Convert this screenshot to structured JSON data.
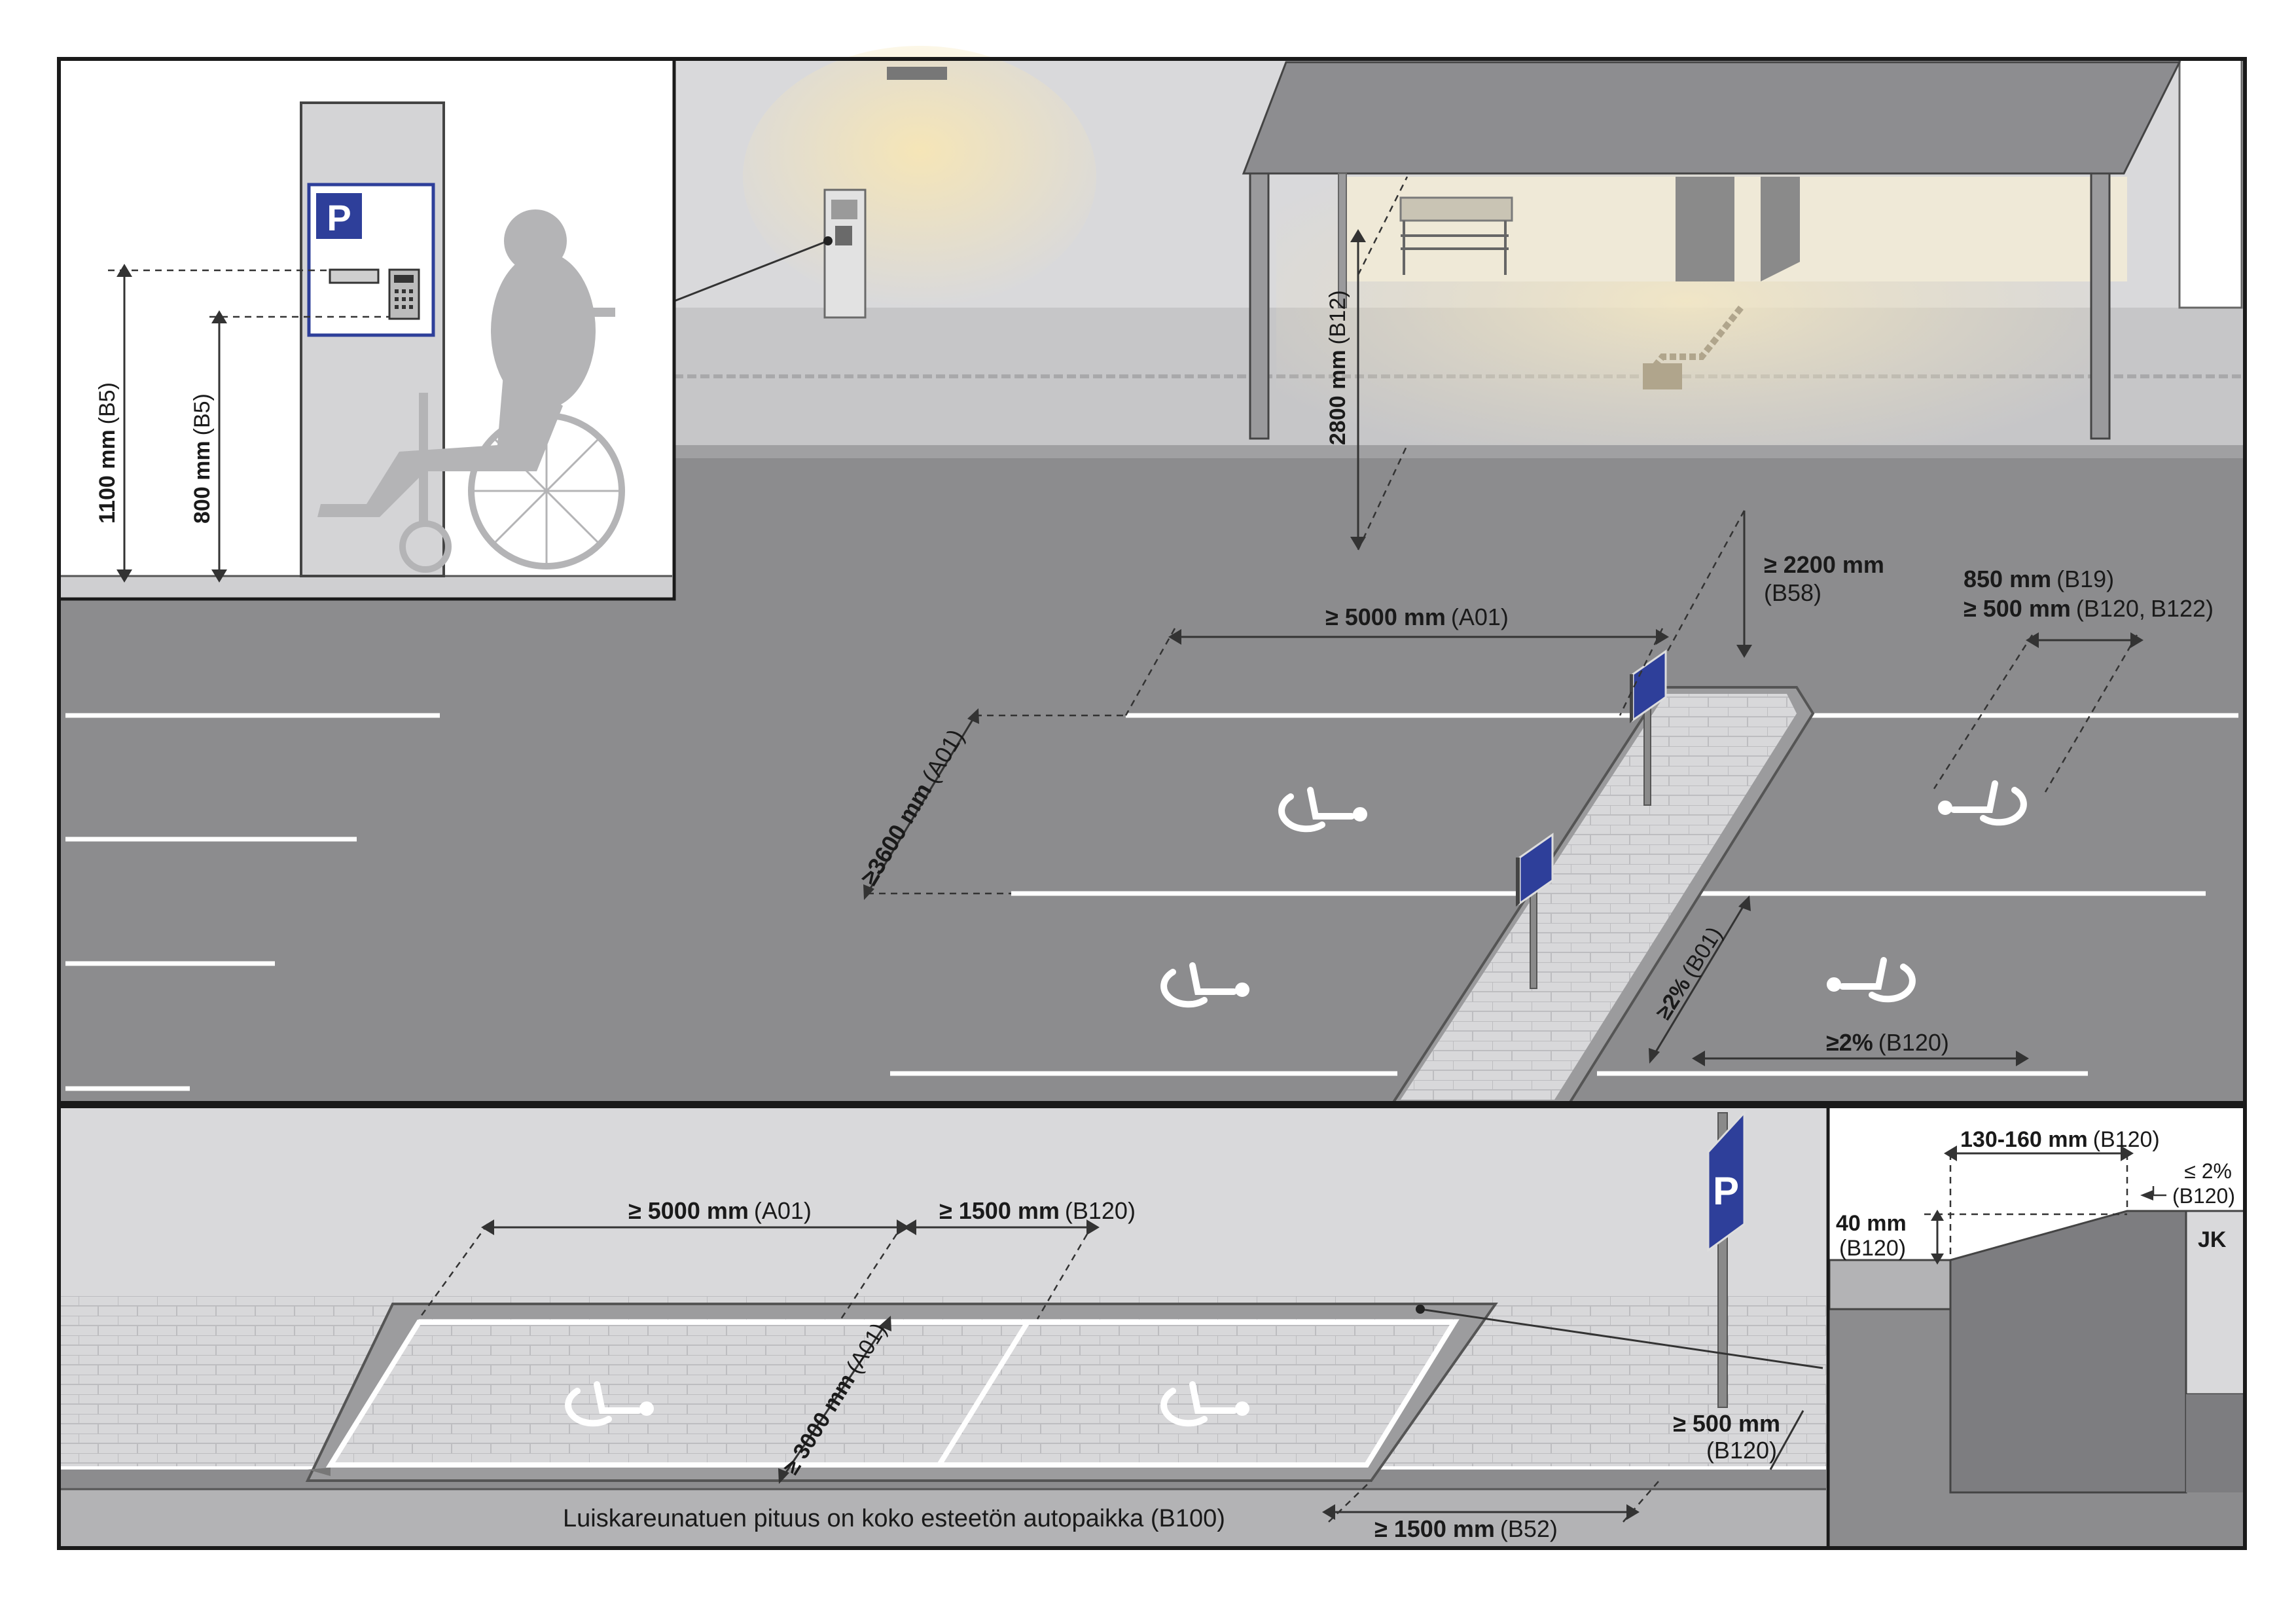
{
  "inset": {
    "parking_sign_letter": "P",
    "dim_1100": {
      "value": "1100 mm",
      "ref": "(B5)"
    },
    "dim_800": {
      "value": "800 mm",
      "ref": "(B5)"
    }
  },
  "shelter": {
    "dim_2800": {
      "value": "2800 mm",
      "ref": "(B12)"
    }
  },
  "lot": {
    "dim_length": {
      "value": "≥ 5000 mm",
      "ref": "(A01)"
    },
    "dim_width": {
      "value": "≥3600 mm",
      "ref": "(A01)"
    },
    "dim_clearance": {
      "value": "≥ 2200 mm",
      "ref": "(B58)"
    },
    "dim_850": {
      "value": "850 mm",
      "ref": "(B19)"
    },
    "dim_500_top": {
      "value": "≥ 500 mm",
      "ref": "(B120,",
      "ref2": "B122)"
    },
    "dim_slope_b01": {
      "value": "≥2%",
      "ref": "(B01)"
    },
    "dim_slope_b120": {
      "value": "≥2%",
      "ref": "(B120)"
    }
  },
  "street": {
    "dim_length": {
      "value": "≥ 5000 mm",
      "ref": "(A01)"
    },
    "dim_1500": {
      "value": "≥ 1500 mm",
      "ref": "(B120)"
    },
    "dim_3000": {
      "value": "≥ 3000 mm",
      "ref": "(A01)"
    },
    "dim_500": {
      "value": "≥ 500 mm",
      "ref": "(B120)"
    },
    "dim_1500_b52": {
      "value": "≥ 1500 mm",
      "ref": "(B52)"
    },
    "caption": "Luiskareunatuen pituus on koko esteetön autopaikka (B100)",
    "sign_letter": "P"
  },
  "curb": {
    "dim_130": {
      "value": "130-160 mm",
      "ref": "(B120)"
    },
    "dim_slope": {
      "value": "≤ 2%",
      "ref": "(B120)"
    },
    "dim_40": {
      "value": "40 mm",
      "ref": "(B120)"
    },
    "jk_label": "JK"
  },
  "colors": {
    "asphalt": "#8c8c8e",
    "sidewalk": "#d6d6d8",
    "sign_blue": "#2e3f9a",
    "frame": "#1a1a1a"
  }
}
